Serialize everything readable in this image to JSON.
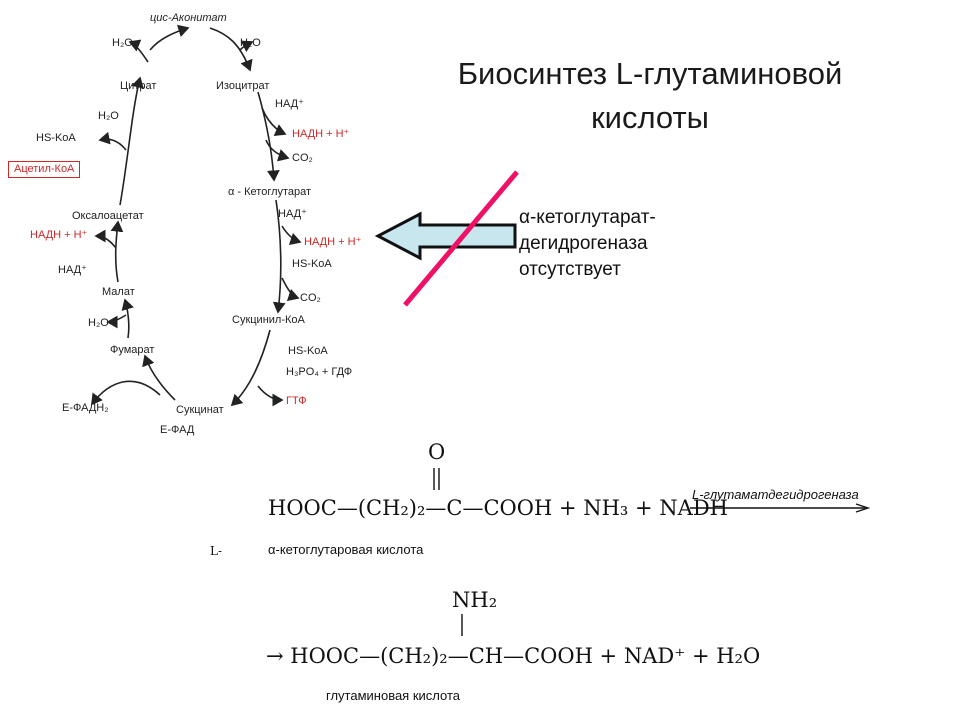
{
  "title_line1": "Биосинтез L-глутаминовой",
  "title_line2": "кислоты",
  "note_line1": "α-кетоглутарат-",
  "note_line2": "дегидрогеназа",
  "note_line3": "отсутствует",
  "cycle": {
    "cis_aconitate": "цис-Аконитат",
    "h2o_1": "H₂O",
    "h2o_2": "H₂O",
    "citrate": "Цитрат",
    "isocitrate": "Изоцитрат",
    "h2o_3": "H₂O",
    "nad_1": "НАД⁺",
    "hs_coa_1": "HS-KoA",
    "nadh_1": "НАДН + Н⁺",
    "acetyl_coa": "Ацетил-КоА",
    "co2_1": "CO₂",
    "ketoglutarate": "α - Кетоглутарат",
    "oxaloacetate": "Оксалоацетат",
    "nad_2": "НАД⁺",
    "nadh_2": "НАДН + Н⁺",
    "nadh_3": "НАДН + Н⁺",
    "hs_coa_2": "HS-KoA",
    "nad_3": "НАД⁺",
    "co2_2": "CO₂",
    "malate": "Малат",
    "succinyl_coa": "Сукцинил-КоА",
    "h2o_4": "H₂O",
    "hs_coa_3": "HS-KoA",
    "fumarate": "Фумарат",
    "h3po4_gdp": "H₃PO₄ + ГДФ",
    "e_fadh2": "Е-ФАДН₂",
    "succinate": "Сукцинат",
    "gtp": "ГТФ",
    "e_fad": "Е-ФАД"
  },
  "equation1": {
    "carbonyl_o": "O",
    "main": "HOOC—(CH₂)₂—C—COOH + NH₃ + NADH",
    "enzyme": "L-глутаматдегидрогеназа",
    "caption": "α-кетоглутаровая кислота",
    "side_label": "L-"
  },
  "equation2": {
    "amino": "NH₂",
    "main": "→ HOOC—(CH₂)₂—CH—COOH + NAD⁺ + H₂O",
    "caption": "глутаминовая кислота"
  },
  "colors": {
    "red": "#d02828",
    "cross_line": "#ee1166",
    "arrow_fill": "#c8e6ee"
  }
}
